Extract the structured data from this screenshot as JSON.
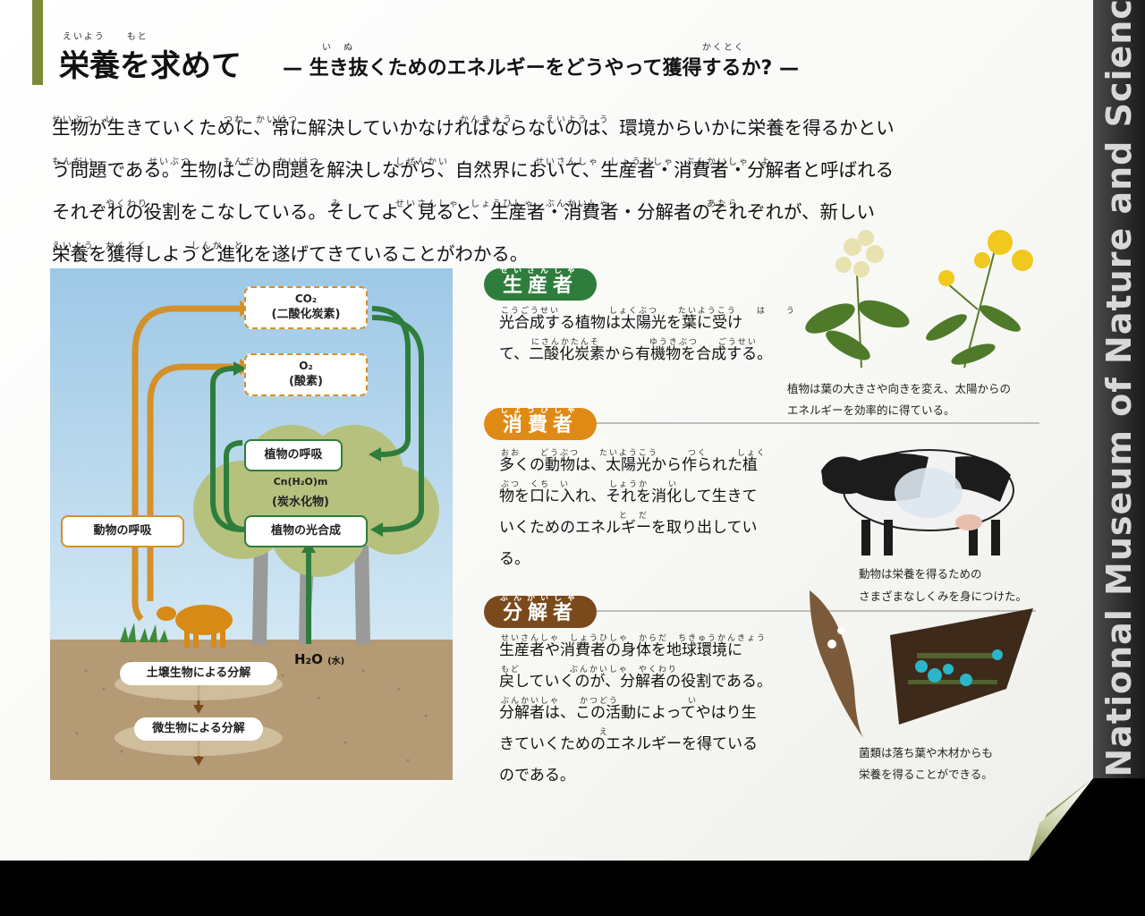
{
  "header": {
    "title": "栄養を求めて",
    "title_ruby": "えいよう　　もと",
    "subtitle": "— 生き抜くためのエネルギーをどうやって獲得するか? —",
    "subtitle_ruby_1": "い　ぬ",
    "subtitle_ruby_2": "かくとく"
  },
  "intro": {
    "lines": [
      "生物が生きていくために、常に解決していかなければならないのは、環境からいかに栄養を得るかとい",
      "う問題である。生物はこの問題を解決しながら、自然界において、生産者・消費者・分解者と呼ばれる",
      "それぞれの役割をこなしている。そしてよく見ると、生産者・消費者・分解者のそれぞれが、新しい",
      "栄養を獲得しようと進化を遂げてきていることがわかる。"
    ],
    "ruby": [
      "せいぶつ　い　　　　　　　　　　つね　かいけつ　　　　　　　　　　　　　　　かんきょう　　　えいよう　う",
      "もんだい　　　　　せいぶつ　　　もんだい　かいけつ　　　　　　　しぜんかい　　　　　　　　せいさんしゃ　しょうひしゃ　ぶんかいしゃ　よ",
      "　　　　　やくわり　　　　　　　　　　　　　　　　　み　　　　　せいさんしゃ　しょうひしゃ　ぶんかいしゃ　　　　　　　　　あたら",
      "えいよう　かくとく　　　　しんか　と"
    ]
  },
  "diagram": {
    "co2": "CO₂",
    "co2_name": "(二酸化炭素)",
    "o2": "O₂",
    "o2_name": "(酸素)",
    "plant_respiration": "植物の呼吸",
    "carbohydrate_formula": "Cn(H₂O)m",
    "carbohydrate_name": "(炭水化物)",
    "photosynthesis": "植物の光合成",
    "animal_respiration": "動物の呼吸",
    "soil_decomposition": "土壌生物による分解",
    "microbe_decomposition": "微生物による分解",
    "water": "H₂O",
    "water_name": "(水)",
    "colors": {
      "green": "#2e7d3c",
      "orange": "#d4902a",
      "brown": "#7a4a1c"
    }
  },
  "producer": {
    "label": "生産者",
    "ruby": "せいさんしゃ",
    "ruby_1": "こうごうせい　　　　　しょくぶつ　　たいようこう　　は　　う",
    "ruby_2": "にさんかたんそ　　　　　ゆうきぶつ　　ごうせい",
    "text_1": "光合成する植物は太陽光を葉に受け",
    "text_2": "て、二酸化炭素から有機物を合成する。",
    "caption_1": "植物は葉の大きさや向きを変え、太陽からの",
    "caption_2": "エネルギーを効率的に得ている。"
  },
  "consumer": {
    "label": "消費者",
    "ruby": "しょうひしゃ",
    "ruby_1": "おお　　どうぶつ　　たいようこう　　　つく　　　しょく",
    "ruby_2": "ぶつ　くち　い　　　　しょうか　　い",
    "ruby_3": "　　　　　　　　　　　　と　だ",
    "text_1": "多くの動物は、太陽光から作られた植",
    "text_2": "物を口に入れ、それを消化して生きて",
    "text_3": "いくためのエネルギーを取り出してい",
    "text_4": "る。",
    "caption_1": "動物は栄養を得るための",
    "caption_2": "さまざまなしくみを身につけた。"
  },
  "decomposer": {
    "label": "分解者",
    "ruby": "ぶんかいしゃ",
    "ruby_1": "せいさんしゃ　しょうひしゃ　からだ　ちきゅうかんきょう",
    "ruby_2": "もど　　　　　ぶんかいしゃ　やくわり",
    "ruby_3": "ぶんかいしゃ　　かつどう　　　　　　　い",
    "ruby_4": "　　　　　　　　　　え",
    "text_1": "生産者や消費者の身体を地球環境に",
    "text_2": "戻していくのが、分解者の役割である。",
    "text_3": "分解者は、この活動によってやはり生",
    "text_4": "きていくためのエネルギーを得ている",
    "text_5": "のである。",
    "caption_1": "菌類は落ち葉や木材からも",
    "caption_2": "栄養を得ることができる。"
  },
  "side": {
    "text": "National Museum of Nature and Science"
  }
}
